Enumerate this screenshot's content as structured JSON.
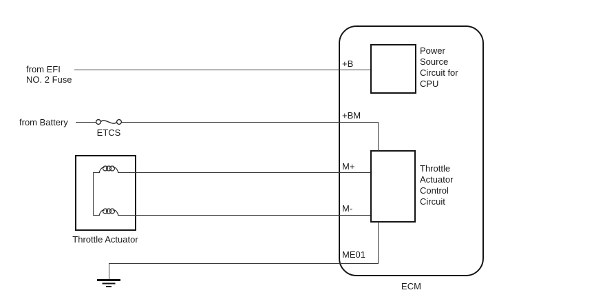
{
  "diagram": {
    "type": "wiring-schematic",
    "colors": {
      "background": "#ffffff",
      "line": "#3a3a3a",
      "border": "#141414",
      "text": "#1a1a1a"
    },
    "ecm": {
      "label": "ECM"
    },
    "terminals": {
      "plus_b": "+B",
      "plus_bm": "+BM",
      "m_plus": "M+",
      "m_minus": "M-",
      "me01": "ME01"
    },
    "blocks": {
      "power_source": "Power\nSource\nCircuit for\nCPU",
      "throttle_control": "Throttle\nActuator\nControl\nCircuit"
    },
    "external": {
      "efi_fuse": "from EFI\nNO. 2 Fuse",
      "battery": "from Battery",
      "etcs_fuse": "ETCS",
      "throttle_actuator": "Throttle Actuator"
    }
  }
}
